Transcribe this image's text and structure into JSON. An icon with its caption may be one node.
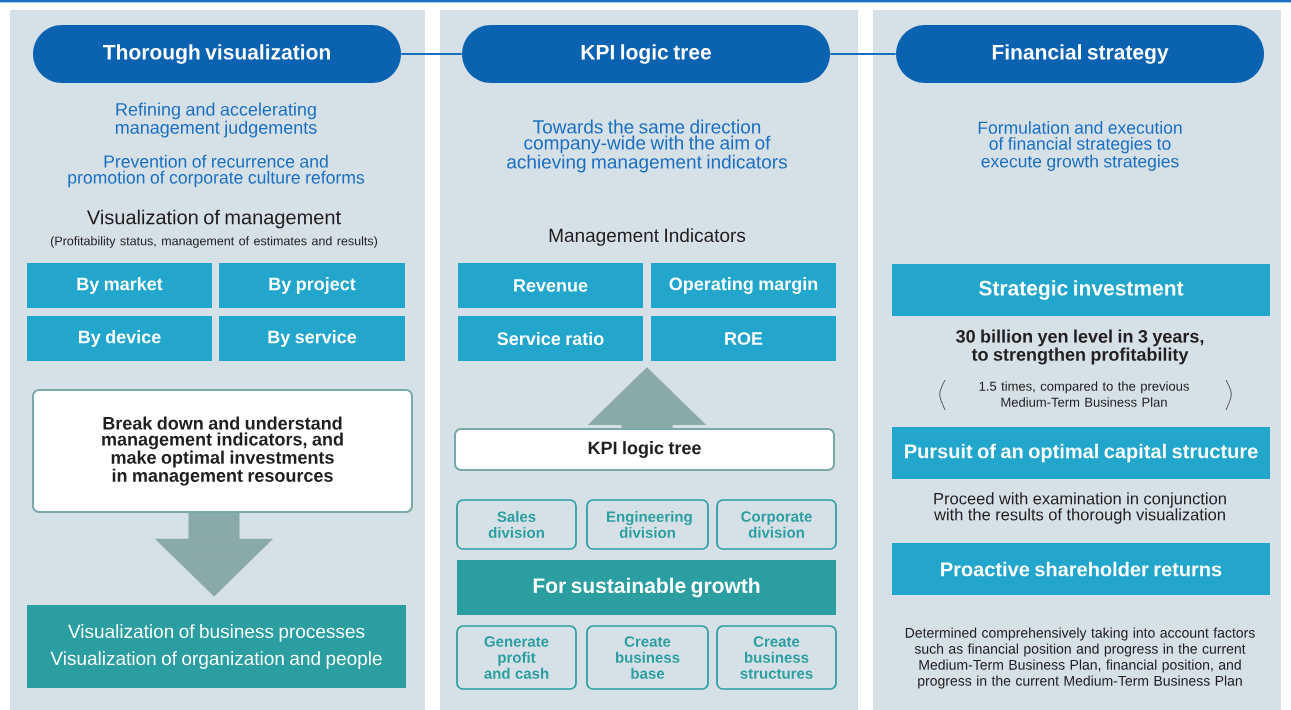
{
  "diagram": {
    "nodes": [
      {
        "text": [],
        "shape": "box"
      },
      {
        "text": [
          "Thorough visualization"
        ],
        "in": 0
      },
      {
        "text": [
          "By market"
        ],
        "in": 0
      },
      {
        "text": [
          "By project"
        ],
        "in": 0
      },
      {
        "text": [
          "By device"
        ],
        "in": 0
      },
      {
        "text": [
          "By service"
        ],
        "in": 0
      },
      {
        "text": [
          "Break down and understand management indicators, and make optimal investments in management resources"
        ],
        "in": 0
      },
      {
        "text": [
          "Visualization of business processes",
          "Visualization of organization and people"
        ],
        "in": 0
      },
      {
        "text": [],
        "shape": "box"
      },
      {
        "text": [
          "KPI logic tree"
        ],
        "in": 8
      },
      {
        "text": [
          "Revenue"
        ],
        "in": 8
      },
      {
        "text": [
          "Operating margin"
        ],
        "in": 8
      },
      {
        "text": [
          "Service ratio"
        ],
        "in": 8
      },
      {
        "text": [
          "ROE"
        ],
        "in": 8
      },
      {
        "text": [
          "KPI logic tree"
        ],
        "in": 8
      },
      {
        "text": [
          "Sales division"
        ],
        "in": 8
      },
      {
        "text": [
          "Engineering division"
        ],
        "in": 8
      },
      {
        "text": [
          "Corporate division"
        ],
        "in": 8
      },
      {
        "text": [
          "For sustainable growth"
        ],
        "in": 8
      },
      {
        "text": [
          "Generate profit and cash"
        ],
        "in": 8
      },
      {
        "text": [
          "Create business base"
        ],
        "in": 8
      },
      {
        "text": [
          "Create business structures"
        ],
        "in": 8
      },
      {
        "text": [],
        "shape": "box"
      },
      {
        "text": [
          "Financial strategy"
        ],
        "in": 22
      },
      {
        "text": [
          "Strategic investment"
        ],
        "in": 22,
        "beside": [
          "30 billion yen level in 3 years, to strengthen profitability",
          "1.5 times, compared to the previous Medium-Term Business Plan"
        ]
      },
      {
        "text": [
          "Pursuit of an optimal capital structure"
        ],
        "in": 22,
        "beside": [
          "Proceed with examination in conjunction with the results of thorough visualization"
        ]
      },
      {
        "text": [
          "Proactive shareholder returns"
        ],
        "in": 22,
        "beside": [
          "Determined comprehensively taking into account factors such as financial position and progress in the current Medium-Term Business Plan, financial position, and progress in the current Medium-Term Business Plan"
        ]
      }
    ],
    "edges": [
      {
        "from": 1,
        "to": 9,
        "arrow": "none"
      },
      {
        "from": 9,
        "to": 23,
        "arrow": "none"
      },
      {
        "from": 6,
        "to": 7,
        "arrow": "to",
        "style": "thick",
        "color": "#8aa9a9"
      },
      {
        "from": 14,
        "to": null,
        "arrow": "to",
        "style": "thick",
        "color": "#8aa9a9"
      }
    ],
    "labels": [
      "Refining and accelerating management judgements",
      "Prevention of recurrence and promotion of corporate culture reforms",
      "Visualization of management",
      "(Profitability status, management of estimates and results)",
      "Towards the same direction company-wide with the aim of achieving management indicators",
      "Management Indicators",
      "Formulation and execution of financial strategies to execute growth strategies"
    ]
  }
}
